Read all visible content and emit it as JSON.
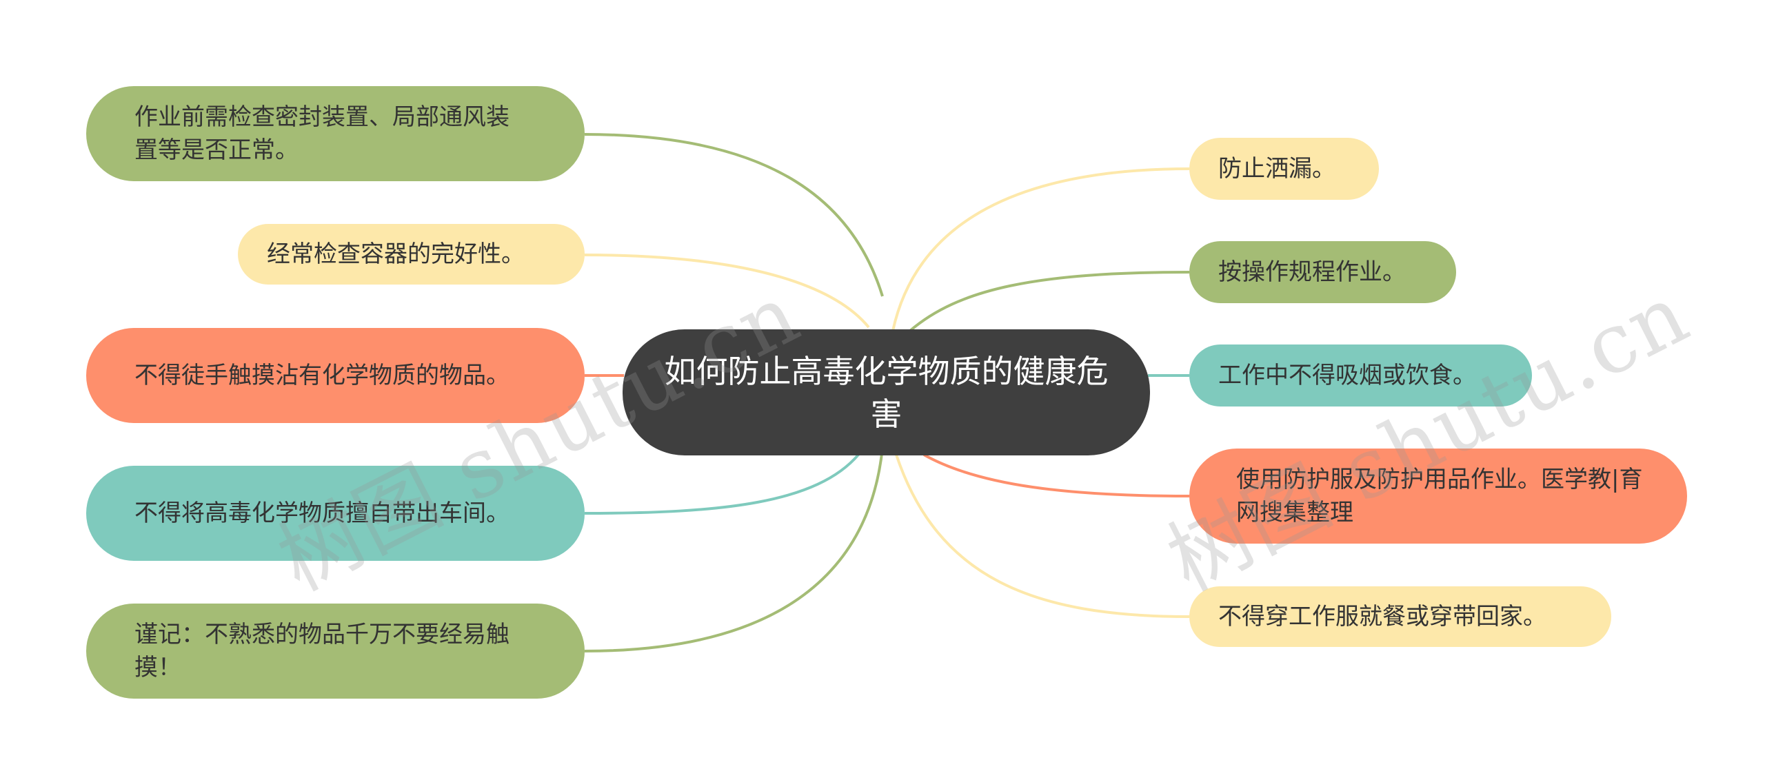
{
  "center": {
    "title": "如何防止高毒化学物质的健康危害"
  },
  "left_nodes": [
    {
      "text": "作业前需检查密封装置、局部通风装置等是否正常。",
      "color": "#a4bc75"
    },
    {
      "text": "经常检查容器的完好性。",
      "color": "#fde8aa"
    },
    {
      "text": "不得徒手触摸沾有化学物质的物品。",
      "color": "#fe8f6c"
    },
    {
      "text": "不得将高毒化学物质擅自带出车间。",
      "color": "#7fcabd"
    },
    {
      "text": "谨记：不熟悉的物品千万不要经易触摸！",
      "color": "#a4bc75"
    }
  ],
  "right_nodes": [
    {
      "text": "防止洒漏。",
      "color": "#fde8aa"
    },
    {
      "text": "按操作规程作业。",
      "color": "#a4bc75"
    },
    {
      "text": "工作中不得吸烟或饮食。",
      "color": "#7fcabd"
    },
    {
      "text": "使用防护服及防护用品作业。医学教|育网搜集整理",
      "color": "#fe8f6c"
    },
    {
      "text": "不得穿工作服就餐或穿带回家。",
      "color": "#fde8aa"
    }
  ],
  "watermarks": [
    "树图 shutu.cn",
    "树图 shutu.cn"
  ]
}
